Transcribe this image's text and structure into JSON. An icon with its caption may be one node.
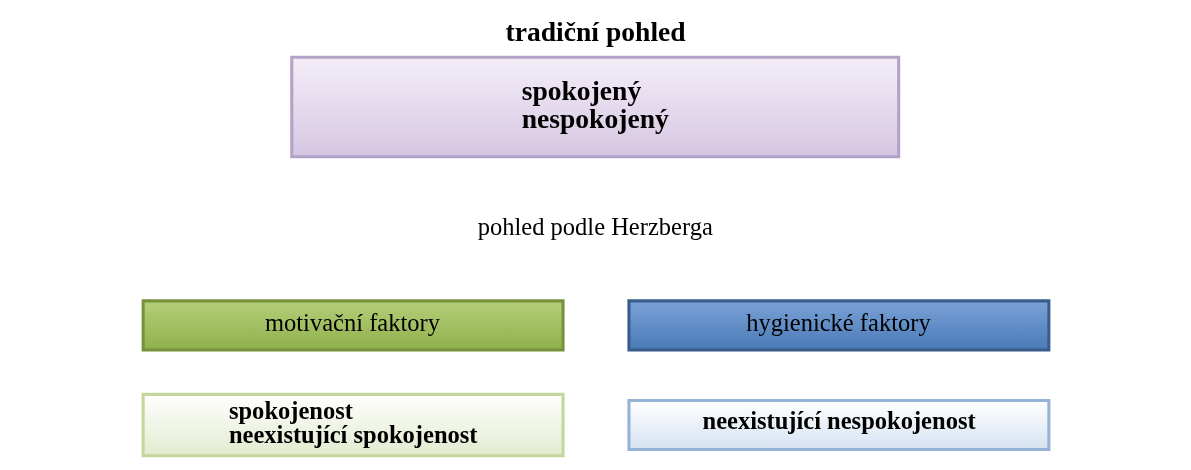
{
  "diagram": {
    "title": "tradiční pohled",
    "nodes": [
      {
        "text": [
          "spokojený",
          "nespokojený"
        ]
      },
      {
        "text": [
          "motivační faktory"
        ]
      },
      {
        "text": [
          "spokojenost",
          "neexistující spokojenost"
        ]
      },
      {
        "text": [
          "hygienické faktory"
        ]
      },
      {
        "text": [
          "neexistující nespokojenost"
        ]
      }
    ],
    "labels": [
      "pohled podle Herzberga"
    ]
  }
}
